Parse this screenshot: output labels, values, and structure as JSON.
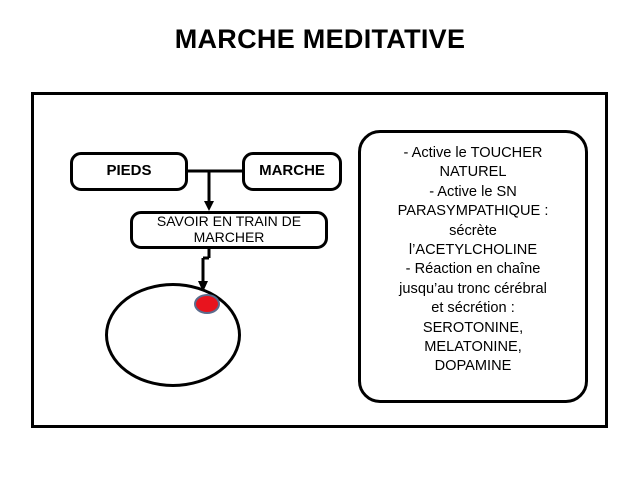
{
  "slide": {
    "title": "MARCHE MEDITATIVE",
    "background_color": "#ffffff",
    "outline_color": "#000000"
  },
  "diagram": {
    "frame_label": "diagram-frame",
    "nodes": [
      {
        "id": "pieds",
        "label": "PIEDS",
        "shape": "rounded-rect"
      },
      {
        "id": "marche",
        "label": "MARCHE",
        "shape": "rounded-rect"
      },
      {
        "id": "savoir",
        "label": "SAVOIR EN TRAIN DE MARCHER",
        "shape": "rounded-rect"
      },
      {
        "id": "head",
        "label": "",
        "shape": "ellipse"
      },
      {
        "id": "dot",
        "label": "",
        "shape": "ellipse",
        "fill": "#E8141E",
        "stroke": "#5B6B8C"
      }
    ],
    "connectors": [
      {
        "from": "pieds",
        "to": "savoir",
        "type": "elbow-arrow"
      },
      {
        "from": "marche",
        "to": "savoir",
        "type": "elbow-arrow"
      },
      {
        "from": "savoir",
        "to": "dot",
        "type": "elbow-arrow"
      }
    ]
  },
  "info_panel": {
    "text": "- Active le TOUCHER\nNATUREL\n- Active le SN\nPARASYMPATHIQUE :\nsécrète\nl’ACETYLCHOLINE\n- Réaction en chaîne\njusqu’au tronc cérébral\net sécrétion :\nSEROTONINE,\nMELATONINE,\nDOPAMINE",
    "lines": [
      "- Active le TOUCHER",
      "NATUREL",
      "- Active le SN",
      "PARASYMPATHIQUE :",
      "sécrète",
      "l’ACETYLCHOLINE",
      "- Réaction en chaîne",
      "jusqu’au tronc cérébral",
      "et sécrétion :",
      "SEROTONINE,",
      "MELATONINE,",
      "DOPAMINE"
    ]
  }
}
